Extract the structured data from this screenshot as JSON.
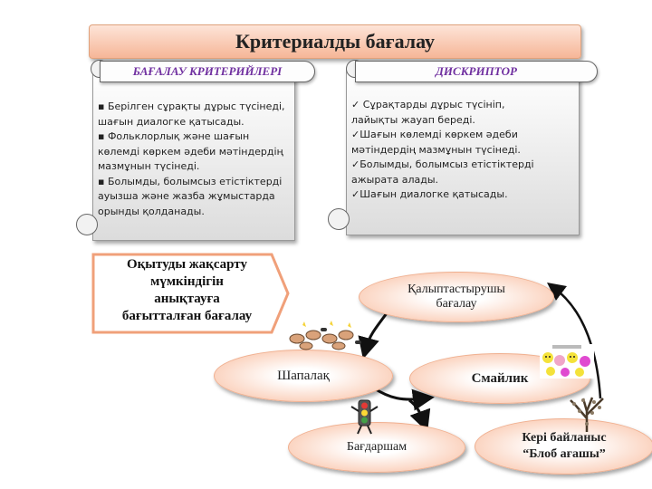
{
  "title": "Критериалды бағалау",
  "criteria_panel": {
    "header": "БАҒАЛАУ КРИТЕРИЙЛЕРІ",
    "items": [
      "▪ Берілген сұрақты дұрыс түсінеді,",
      "шағын диалогке қатысады.",
      "▪ Фольклорлық және шағын",
      "көлемді көркем әдеби мәтіндердің",
      "мазмұнын түсінеді.",
      "▪ Болымды, болымсыз етістіктерді",
      "ауызша және жазба жұмыстарда",
      "орынды қолданады."
    ]
  },
  "descriptor_panel": {
    "header": "ДИСКРИПТОР",
    "items": [
      "✓ Сұрақтарды дұрыс түсініп,",
      "лайықты жауап береді.",
      "✓Шағын көлемді көркем әдеби",
      "мәтіндердің мазмұнын түсінеді.",
      "✓Болымды, болымсыз етістіктерді",
      "ажырата алады.",
      "✓Шағын диалогке қатысады."
    ]
  },
  "callout": {
    "lines": [
      "Оқытуды жақсарту",
      "мүмкіндігін",
      "анықтауға",
      "бағытталған бағалау"
    ]
  },
  "ovals": {
    "formative": "Қалыптастырушы бағалау",
    "clap": "Шапалақ",
    "smiley": "Смайлик",
    "traffic_light": "Бағдаршам",
    "feedback_line1": "Кері байланыс",
    "feedback_line2": "“Блоб ағашы”"
  },
  "colors": {
    "accent_purple": "#7030a0",
    "banner_peach": "#f6b697",
    "callout_border": "#f0a07a"
  }
}
